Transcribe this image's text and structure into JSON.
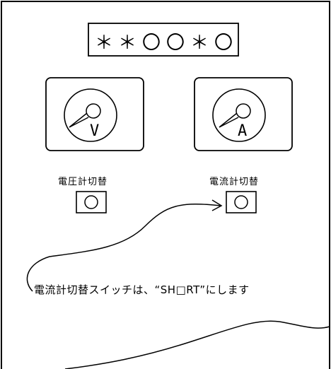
{
  "code_display": [
    "＊",
    "＊",
    "〇",
    "〇",
    "＊",
    "〇"
  ],
  "volt_meter": {
    "letter": "V",
    "switch_label": "電圧計切替"
  },
  "amp_meter": {
    "letter": "A",
    "switch_label": "電流計切替"
  },
  "note": "電流計切替スイッチは、“SH□RT”にします",
  "colors": {
    "line": "#000000",
    "background": "#ffffff"
  }
}
